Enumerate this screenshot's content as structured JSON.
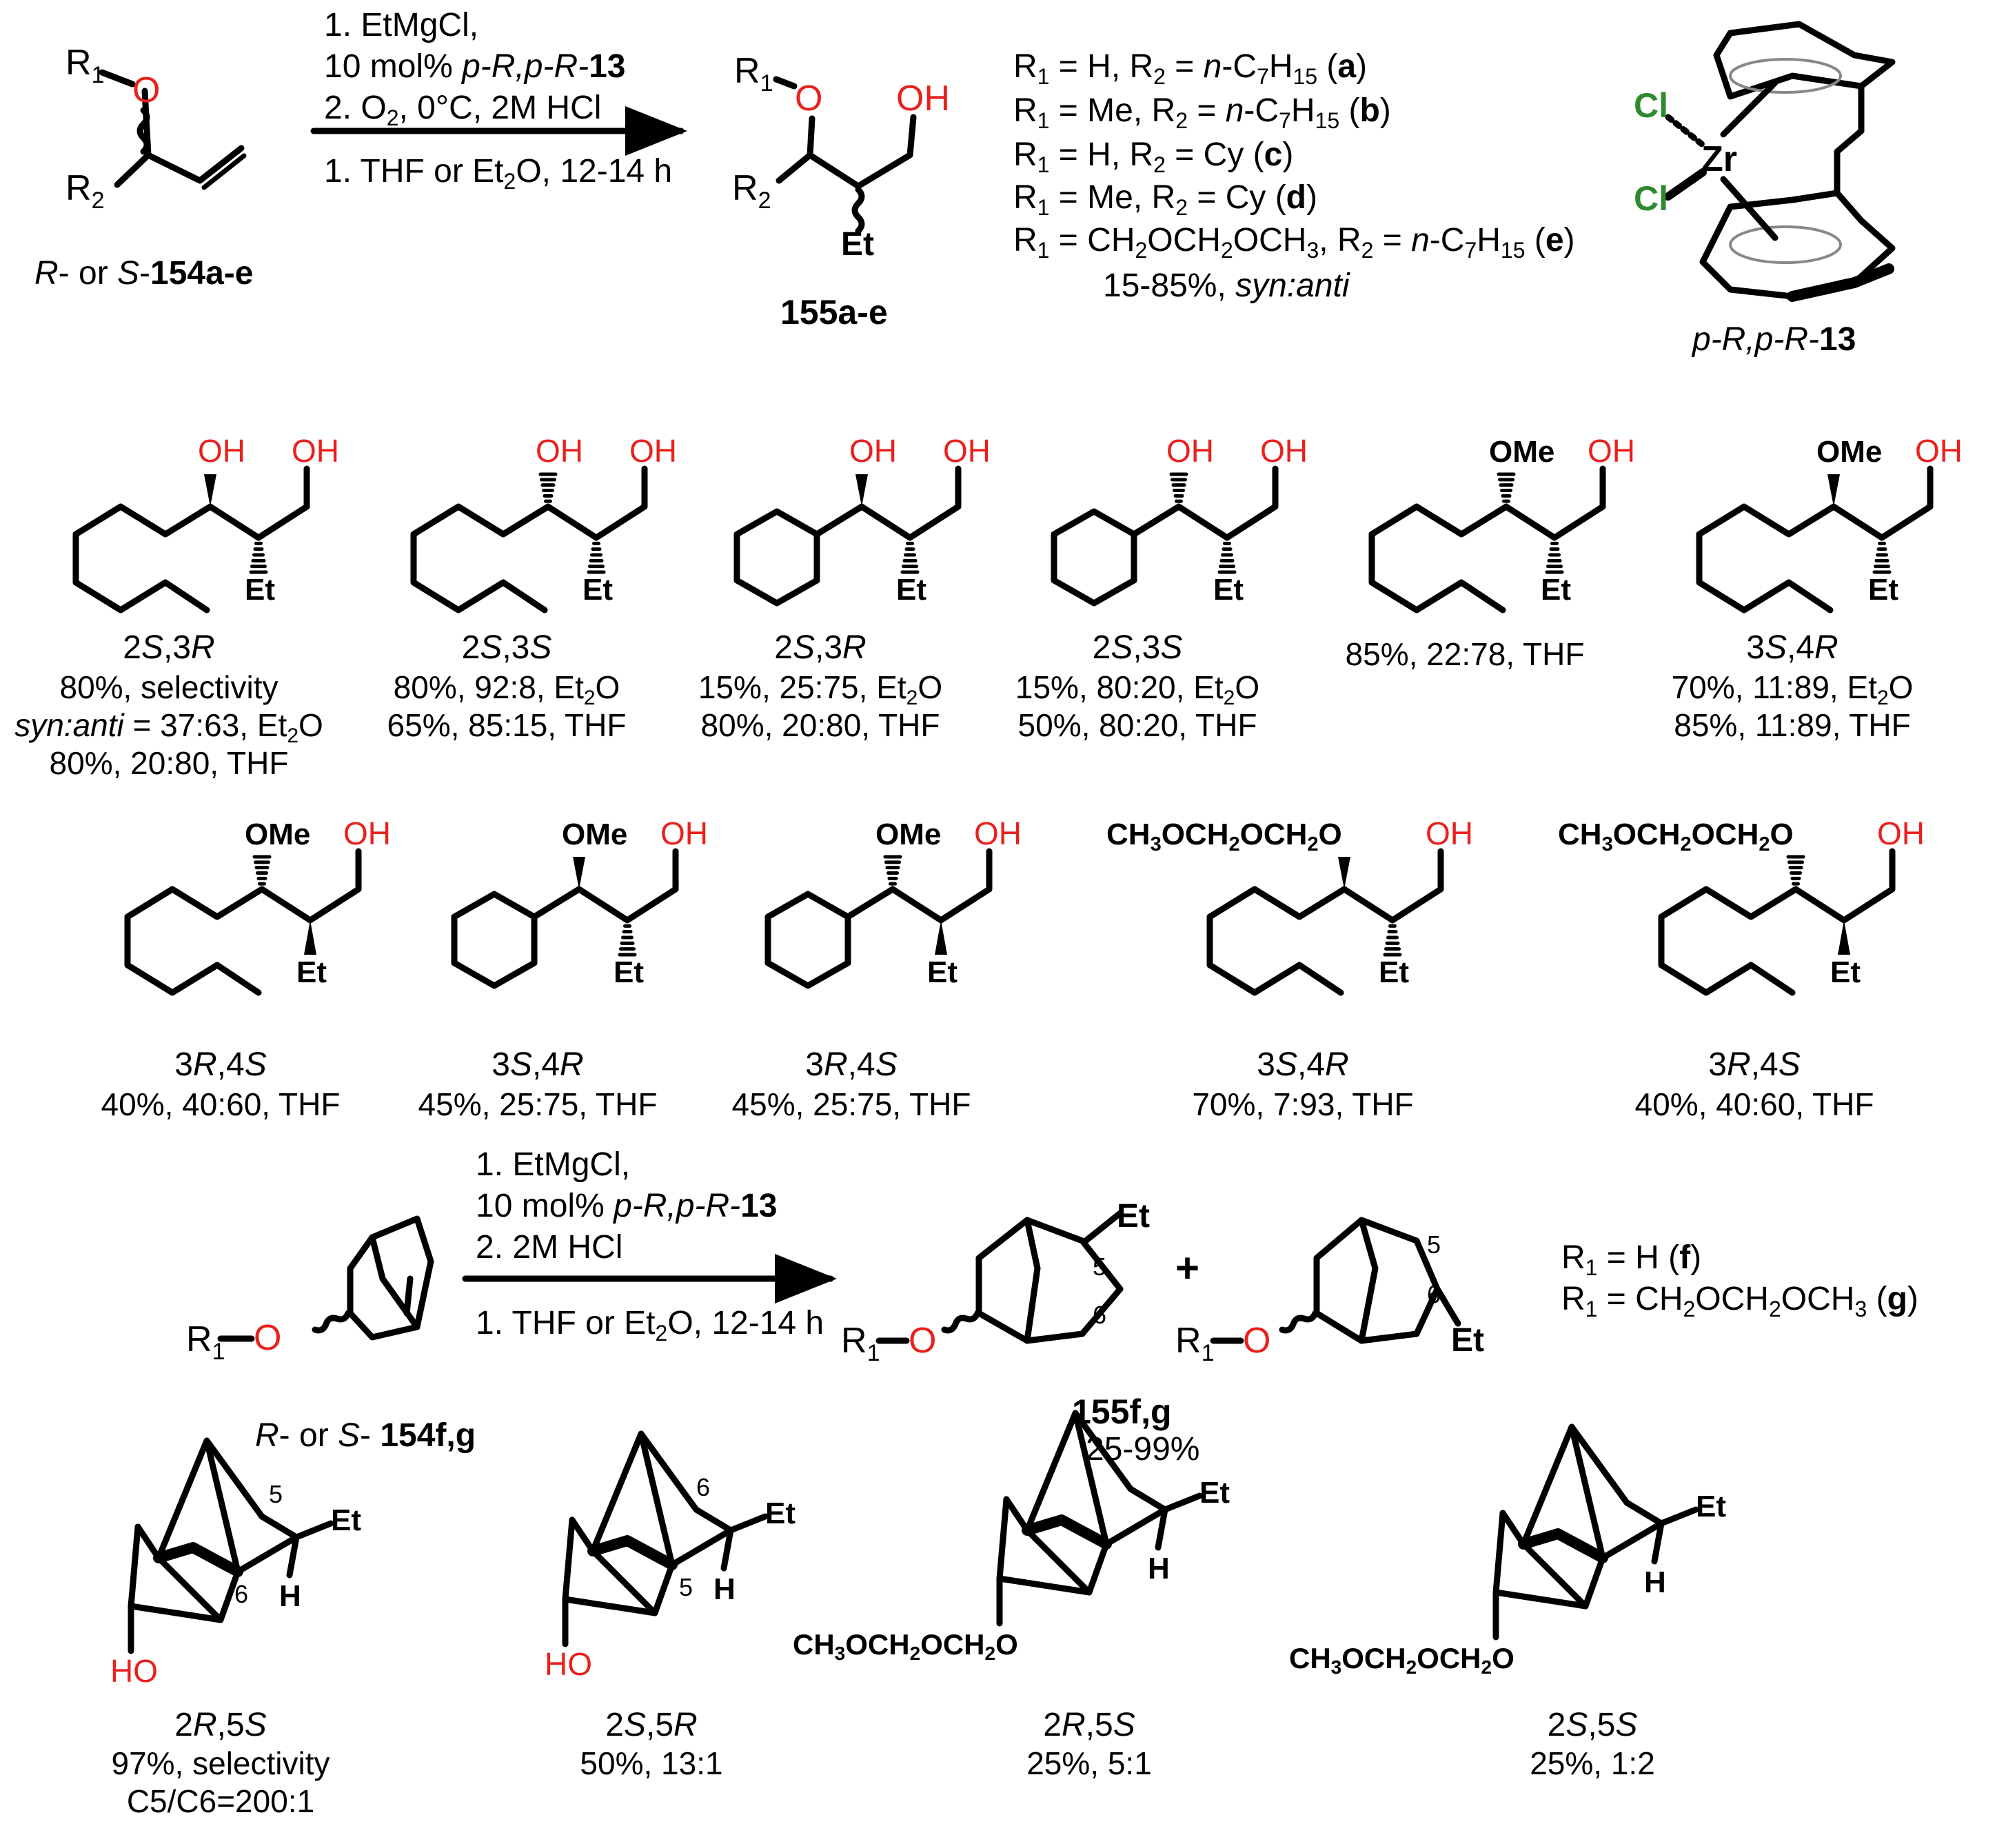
{
  "scheme1": {
    "reagents": [
      "1. EtMgCl,",
      "10 mol% ",
      "p-R,p-R-",
      "13",
      "2. O",
      "2",
      ", 0°C, 2M HCl",
      "1. THF or Et",
      "2",
      "O, 12-14 h"
    ],
    "start_label": [
      "R",
      "- or ",
      "S",
      "-",
      "154a-e"
    ],
    "product_label": "155a-e",
    "atoms": {
      "R1": "R",
      "sub1": "1",
      "R2": "R",
      "sub2": "2",
      "O": "O",
      "OH": "OH",
      "Et": "Et"
    },
    "substituents": [
      [
        "R",
        "1",
        " = H, R",
        "2",
        " = ",
        "n",
        "-C",
        "7",
        "H",
        "15",
        " (",
        "a",
        ")"
      ],
      [
        "R",
        "1",
        " = Me, R",
        "2",
        " = ",
        "n",
        "-C",
        "7",
        "H",
        "15",
        " (",
        "b",
        ")"
      ],
      [
        "R",
        "1",
        " = H, R",
        "2",
        " = Cy (",
        "c",
        ")"
      ],
      [
        "R",
        "1",
        " = Me, R",
        "2",
        " = Cy (",
        "d",
        ")"
      ],
      [
        "R",
        "1",
        " = CH",
        "2",
        "OCH",
        "2",
        "OCH",
        "3",
        ", R",
        "2",
        " = ",
        "n",
        "-C",
        "7",
        "H",
        "15",
        " (",
        "e",
        ")"
      ]
    ],
    "yield_text": [
      "15-85%, ",
      "syn:anti"
    ],
    "catalyst": {
      "Cl": "Cl",
      "Zr": "Zr",
      "label": [
        "p-R,p-R-",
        "13"
      ]
    }
  },
  "row1": [
    {
      "top": "OH",
      "config": [
        "2",
        "S",
        ",3",
        "R"
      ],
      "lines": [
        "80%, selectivity",
        "syn:anti = 37:63, Et2O",
        "80%, 20:80, THF"
      ]
    },
    {
      "top": "OH",
      "config": [
        "2",
        "S",
        ",3",
        "S"
      ],
      "lines": [
        "80%, 92:8, Et2O",
        "65%, 85:15, THF"
      ]
    },
    {
      "top": "OH",
      "config": [
        "2",
        "S",
        ",3",
        "R"
      ],
      "lines": [
        "15%, 25:75, Et2O",
        "80%, 20:80, THF"
      ]
    },
    {
      "top": "OH",
      "config": [
        "2",
        "S",
        ",3",
        "S"
      ],
      "lines": [
        "15%, 80:20, Et2O",
        "50%, 80:20, THF"
      ]
    },
    {
      "top": "OMe",
      "config": [],
      "lines": [
        "85%, 22:78, THF"
      ]
    },
    {
      "top": "OMe",
      "config": [
        "3",
        "S",
        ",4",
        "R"
      ],
      "lines": [
        "70%, 11:89, Et2O",
        "85%, 11:89, THF"
      ]
    }
  ],
  "row2": [
    {
      "top": "OMe",
      "config": [
        "3",
        "R",
        ",4",
        "S"
      ],
      "lines": [
        "40%, 40:60, THF"
      ]
    },
    {
      "top": "OMe",
      "config": [
        "3",
        "S",
        ",4",
        "R"
      ],
      "lines": [
        "45%, 25:75, THF"
      ]
    },
    {
      "top": "OMe",
      "config": [
        "3",
        "R",
        ",4",
        "S"
      ],
      "lines": [
        "45%, 25:75, THF"
      ]
    },
    {
      "top": "CH3OCH2OCH2O",
      "config": [
        "3",
        "S",
        ",4",
        "R"
      ],
      "lines": [
        "70%, 7:93, THF"
      ]
    },
    {
      "top": "CH3OCH2OCH2O",
      "config": [
        "3",
        "R",
        ",4",
        "S"
      ],
      "lines": [
        "40%, 40:60, THF"
      ]
    }
  ],
  "scheme2": {
    "reagents": [
      "1. EtMgCl,",
      "10 mol% ",
      "p-R,p-R-",
      "13",
      "2. 2M HCl",
      "1. THF or Et",
      "2",
      "O, 12-14 h"
    ],
    "start_label": [
      "R",
      "- or ",
      "S",
      "- ",
      "154f,g"
    ],
    "product_label": "155f,g",
    "product_yield": "25-99%",
    "plus": "+",
    "pos5": "5",
    "pos6": "6",
    "substituents": [
      [
        "R",
        "1",
        " = H (",
        "f",
        ")"
      ],
      [
        "R",
        "1",
        " = CH",
        "2",
        "OCH",
        "2",
        "OCH",
        "3",
        " (",
        "g",
        ")"
      ]
    ]
  },
  "row3": [
    {
      "o_label": "HO",
      "config": [
        "2",
        "R",
        ",5",
        "S"
      ],
      "lines": [
        "97%, selectivity",
        "C5/C6=200:1"
      ]
    },
    {
      "o_label": "HO",
      "config": [
        "2",
        "S",
        ",5",
        "R"
      ],
      "lines": [
        "50%, 13:1"
      ]
    },
    {
      "o_label": "CH3OCH2OCH2O",
      "config": [
        "2",
        "R",
        ",5",
        "S"
      ],
      "lines": [
        "25%, 5:1"
      ]
    },
    {
      "o_label": "CH3OCH2OCH2O",
      "config": [
        "2",
        "S",
        ",5",
        "S"
      ],
      "lines": [
        "25%, 1:2"
      ]
    }
  ],
  "colors": {
    "oxygen": "#e8211d",
    "chlorine": "#2f8a2f",
    "ink": "#000000"
  }
}
